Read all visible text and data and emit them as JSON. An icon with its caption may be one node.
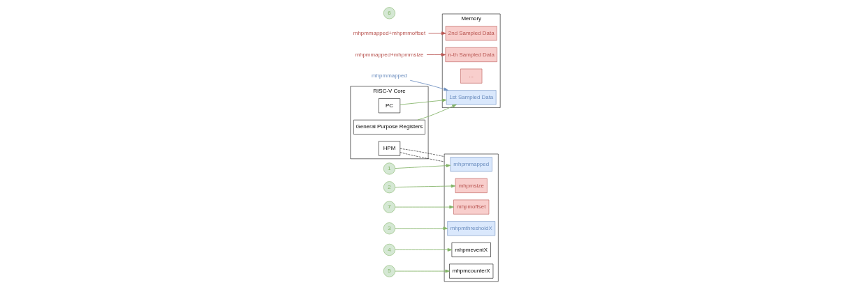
{
  "diagram": {
    "nodes": [
      {
        "text": [
          "RISC-V Core"
        ]
      },
      {
        "text": [
          "PC"
        ],
        "in": 0
      },
      {
        "text": [
          "General Purpose Registers"
        ],
        "in": 0
      },
      {
        "text": [
          "HPM"
        ],
        "in": 0
      },
      {
        "text": [
          "Memory"
        ]
      },
      {
        "text": [
          "1st Sampled Data"
        ],
        "in": 4
      },
      {
        "text": [
          "2nd Sampled Data"
        ],
        "in": 4
      },
      {
        "text": [
          "..."
        ],
        "in": 4
      },
      {
        "text": [
          "n-th Sampled Data"
        ],
        "in": 4
      },
      {
        "text": [],
        "shape": "box"
      },
      {
        "text": [
          "mhpmmapped"
        ],
        "in": 9
      },
      {
        "text": [
          "mhpmthresholdX"
        ],
        "in": 9
      },
      {
        "text": [
          "mhpmeventX"
        ],
        "in": 9
      },
      {
        "text": [
          "mhpmcounterX"
        ],
        "in": 9
      },
      {
        "text": [
          "mhpmsize"
        ],
        "in": 9
      },
      {
        "text": [
          "mhpmoffset"
        ],
        "in": 9
      },
      {
        "text": [
          "1"
        ]
      },
      {
        "text": [
          "2"
        ]
      },
      {
        "text": [
          "7"
        ]
      },
      {
        "text": [
          "3"
        ]
      },
      {
        "text": [
          "4"
        ]
      },
      {
        "text": [
          "5"
        ]
      },
      {
        "text": [
          "6"
        ]
      },
      {
        "text": [
          "mhpmmapped"
        ]
      },
      {
        "text": [
          "mhpmmapped+mhpmmoffset"
        ]
      },
      {
        "text": [
          "mhpmmapped+mhpmmsize"
        ]
      }
    ],
    "edges": [
      {
        "from": 3,
        "to": 9,
        "arrow": "none",
        "style": "dashed",
        "color": "#000000"
      },
      {
        "from": 3,
        "to": 9,
        "arrow": "none",
        "style": "dashed",
        "color": "#000000"
      },
      {
        "from": 1,
        "to": 5,
        "arrow": "to"
      },
      {
        "from": 2,
        "to": 5,
        "arrow": "to"
      },
      {
        "from": 16,
        "to": 10,
        "arrow": "to"
      },
      {
        "from": 17,
        "to": 14,
        "arrow": "to"
      },
      {
        "from": 18,
        "to": 15,
        "arrow": "to"
      },
      {
        "from": 19,
        "to": 11,
        "arrow": "to"
      },
      {
        "from": 20,
        "to": 12,
        "arrow": "to"
      },
      {
        "from": 21,
        "to": 13,
        "arrow": "to"
      },
      {
        "from": 23,
        "to": 5,
        "arrow": "to",
        "color": "#6c8ebf"
      },
      {
        "from": 24,
        "to": 6,
        "arrow": "to",
        "color": "#b85450"
      },
      {
        "from": 25,
        "to": 8,
        "arrow": "to",
        "color": "#b85450"
      }
    ]
  }
}
